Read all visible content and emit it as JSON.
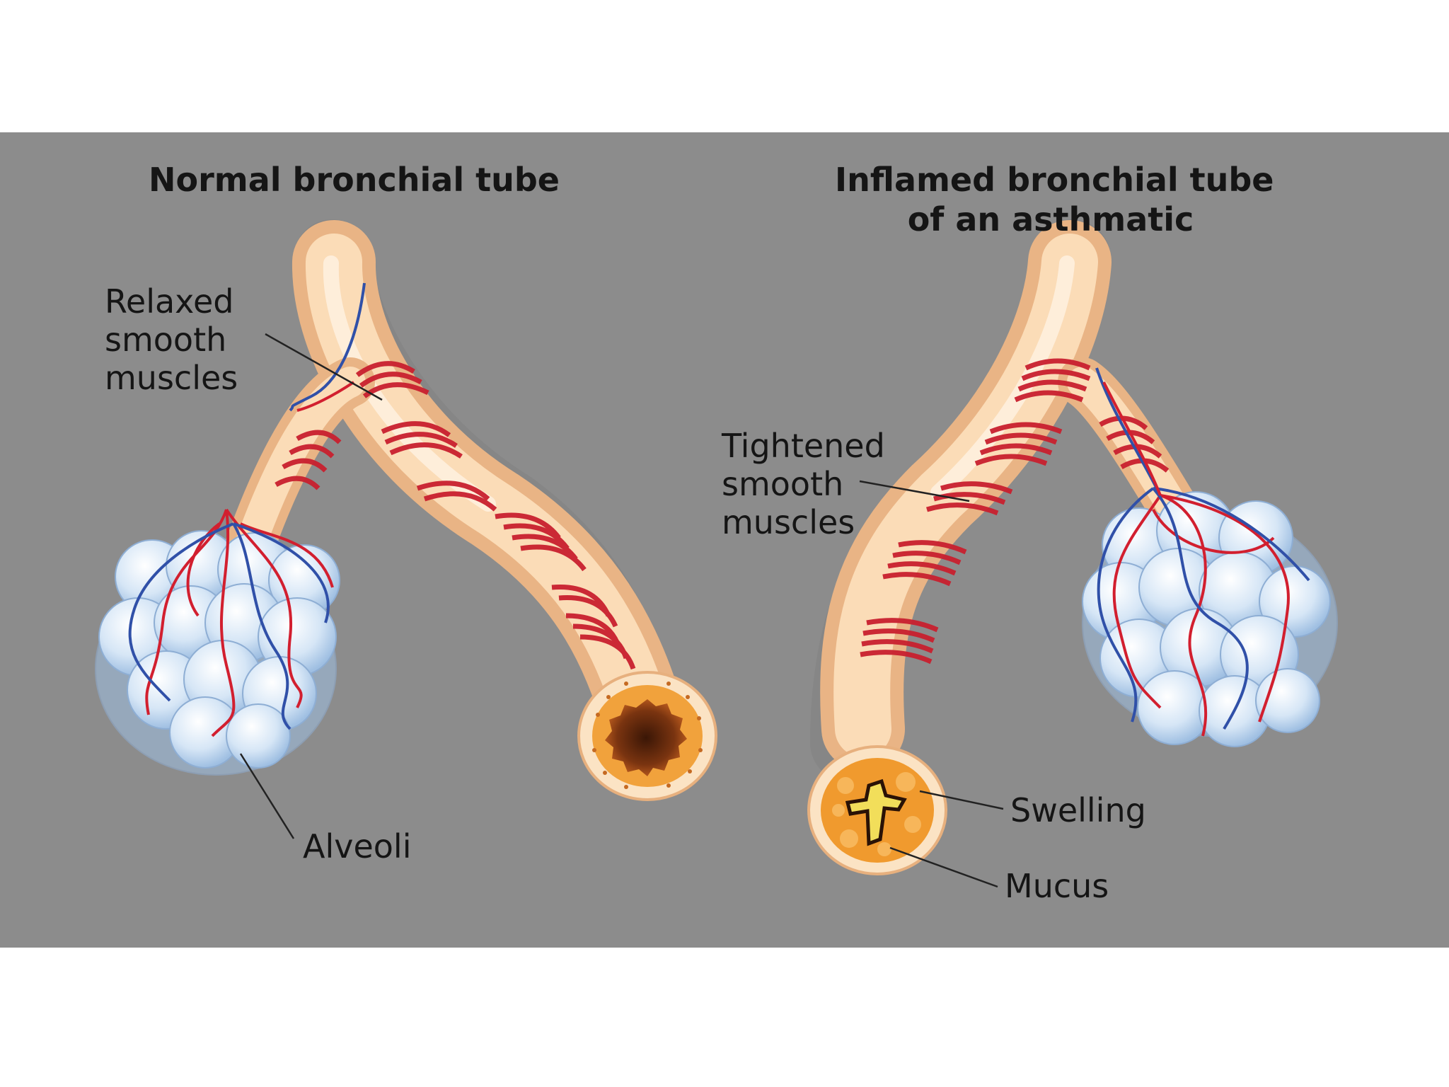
{
  "titles": {
    "normal": "Normal bronchial tube",
    "inflamed_line1": "Inflamed bronchial tube",
    "inflamed_line2": "of an asthmatic"
  },
  "labels": {
    "relaxed": [
      "Relaxed",
      "smooth",
      "muscles"
    ],
    "tightened": [
      "Tightened",
      "smooth",
      "muscles"
    ],
    "alveoli": "Alveoli",
    "swelling": "Swelling",
    "mucus": "Mucus"
  },
  "colors": {
    "panel": "#8c8c8c",
    "tube": "#f7cfa0",
    "muscle": "#c9202f",
    "artery": "#d21f2f",
    "vein": "#3050a8",
    "alveolus": "#cfe0f2",
    "swelling": "#f09a2e",
    "mucus": "#f2de5a"
  }
}
